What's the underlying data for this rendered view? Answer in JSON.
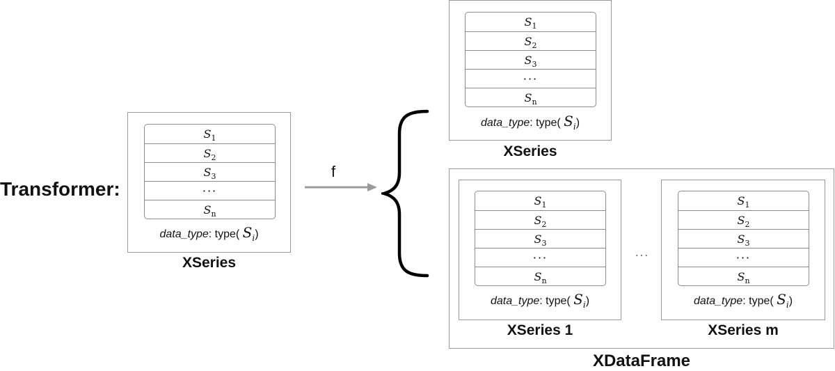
{
  "left_label": "Transformer:",
  "arrow_label": "f",
  "cell_labels": {
    "s1": "S",
    "s1_sub": "1",
    "s2": "S",
    "s2_sub": "2",
    "s3": "S",
    "s3_sub": "3",
    "ellipsis": "···",
    "sn": "S",
    "sn_sub": "n"
  },
  "data_type": {
    "key": "data_type",
    "sep": ": type(",
    "arg": "S",
    "arg_sub": "i",
    "close": ")"
  },
  "input_caption": "XSeries",
  "output_series_caption": "XSeries",
  "frame_series_1_caption": "XSeries 1",
  "frame_series_m_caption": "XSeries m",
  "between_ellipsis": "···",
  "dataframe_caption": "XDataFrame",
  "colors": {
    "frame_border": "#9a9a9a",
    "cell_border": "#8c8c8c",
    "arrow": "#9a9a9a",
    "brace": "#000000"
  }
}
